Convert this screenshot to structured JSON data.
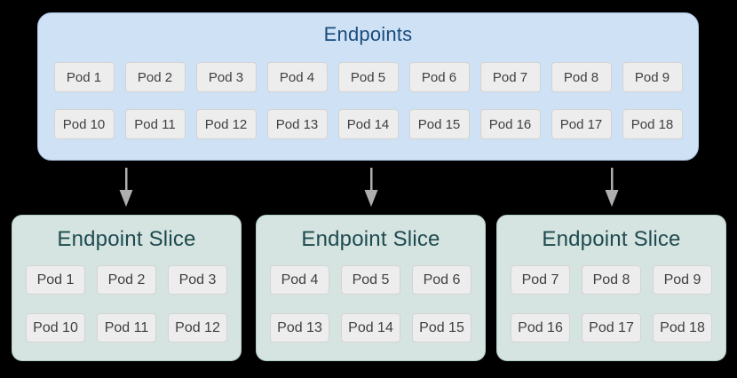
{
  "diagram": {
    "endpoints": {
      "title": "Endpoints",
      "pods": [
        "Pod 1",
        "Pod 2",
        "Pod 3",
        "Pod 4",
        "Pod 5",
        "Pod 6",
        "Pod 7",
        "Pod 8",
        "Pod 9",
        "Pod 10",
        "Pod 11",
        "Pod 12",
        "Pod 13",
        "Pod 14",
        "Pod 15",
        "Pod 16",
        "Pod 17",
        "Pod 18"
      ]
    },
    "arrow_icon": "down-arrow",
    "slices": [
      {
        "title": "Endpoint Slice",
        "pods": [
          "Pod 1",
          "Pod 2",
          "Pod 3",
          "Pod 10",
          "Pod 11",
          "Pod 12"
        ]
      },
      {
        "title": "Endpoint Slice",
        "pods": [
          "Pod 4",
          "Pod 5",
          "Pod 6",
          "Pod 13",
          "Pod 14",
          "Pod 15"
        ]
      },
      {
        "title": "Endpoint Slice",
        "pods": [
          "Pod 7",
          "Pod 8",
          "Pod 9",
          "Pod 16",
          "Pod 17",
          "Pod 18"
        ]
      }
    ]
  },
  "colors": {
    "page_bg": "#000000",
    "endpoints_bg": "#cfe1f4",
    "endpoints_border": "#aac6e2",
    "endpoints_title": "#1a4c7e",
    "slice_bg": "#d5e3e1",
    "slice_border": "#b4cecb",
    "slice_title": "#1e4b4e",
    "pod_bg": "#ededed",
    "pod_border": "#d3d3d3",
    "pod_text": "#404040",
    "arrow": "#aeaeae"
  }
}
